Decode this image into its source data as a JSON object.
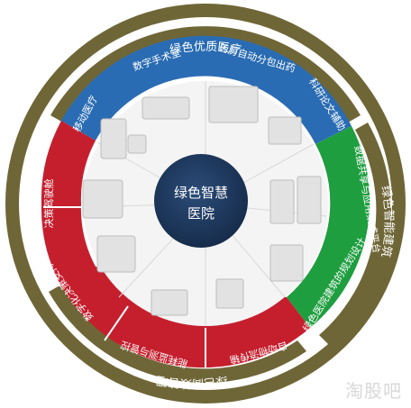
{
  "center": {
    "line1": "绿色智慧",
    "line2": "医院"
  },
  "outer": {
    "top": "绿色优质医疗",
    "right": "绿色智能建筑",
    "bottom": "绿色高效管理"
  },
  "segments": {
    "s1": "移动医疗",
    "s2": "数字手术室",
    "s3": "药房自动分包出药",
    "s4": "科研论文辅助",
    "s5": "数据共享与应用集成平台",
    "s6": "绿色医院建筑的规划设计",
    "s7": "自动物流传输",
    "s8": "能耗监测与管控",
    "s9": "数字化决策支持",
    "s10": "决策驾驶舱"
  },
  "watermark": "淘股吧",
  "colors": {
    "olive": "#6f6637",
    "blue": "#2a6cb3",
    "green": "#1e9e3f",
    "red": "#c51f2e",
    "navy": "#1b3457"
  }
}
